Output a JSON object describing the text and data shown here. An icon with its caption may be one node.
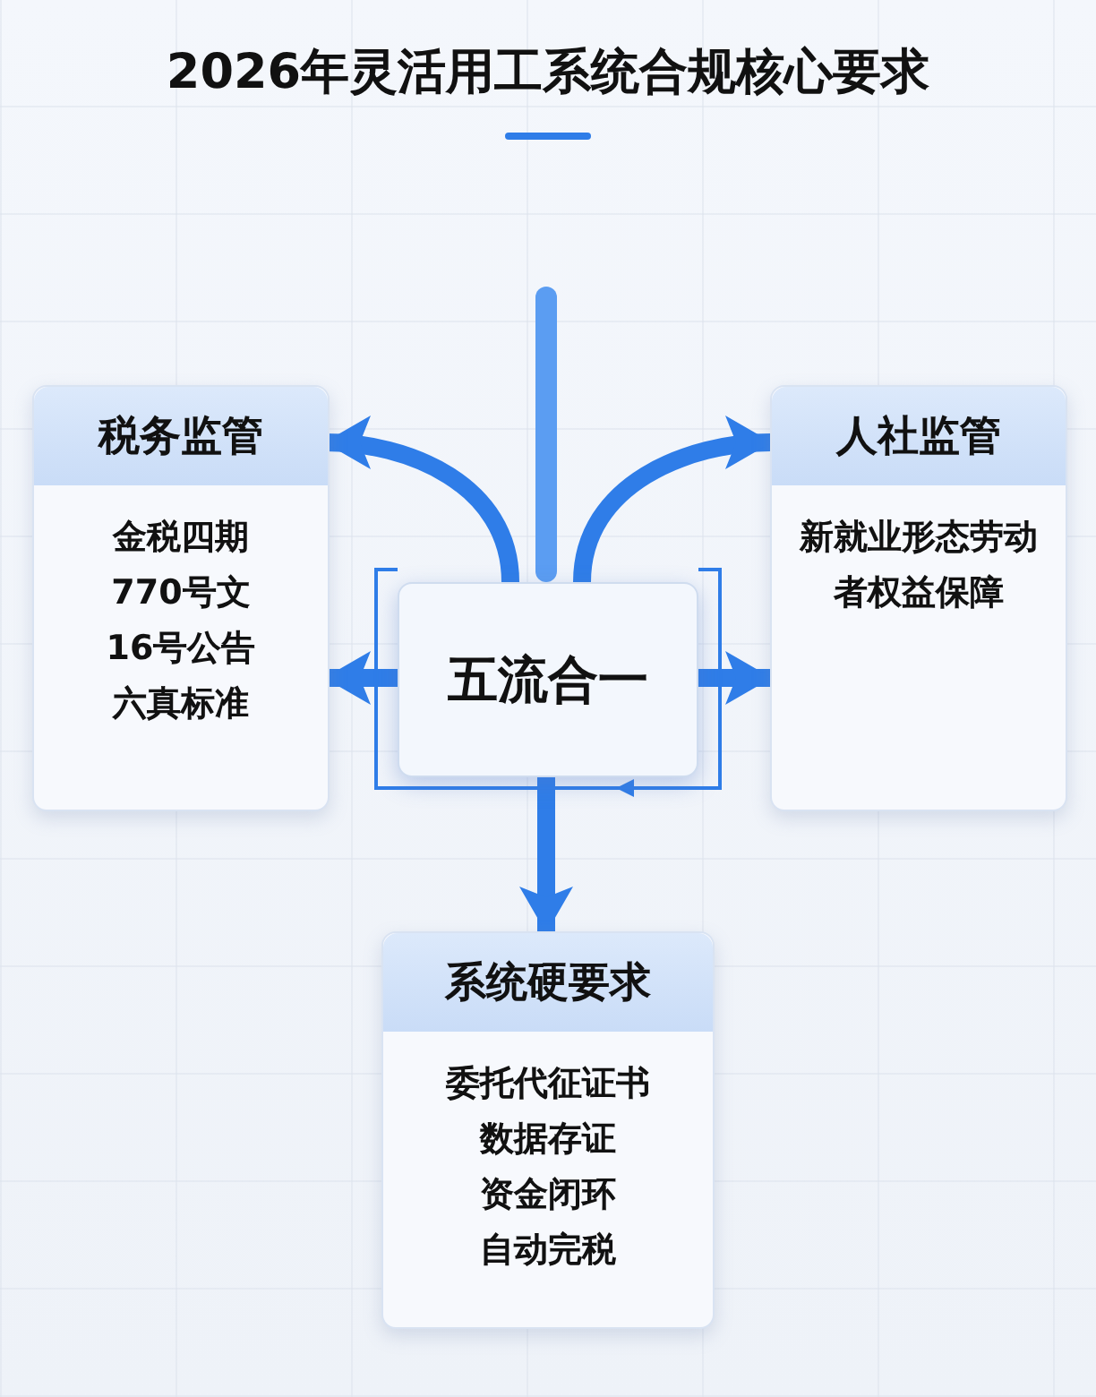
{
  "diagram": {
    "title": "2026年灵活用工系统合规核心要求",
    "nodes": [
      {
        "text": [
          "税务监管",
          "金税四期",
          "770号文",
          "16号公告",
          "六真标准"
        ]
      },
      {
        "text": [
          "人社监管",
          "新就业形态劳动者权益保障"
        ]
      },
      {
        "text": [
          "五流合一"
        ]
      },
      {
        "text": [
          "系统硬要求",
          "委托代征证书",
          "数据存证",
          "资金闭环",
          "自动完税"
        ]
      }
    ],
    "edges": [
      {
        "from": 2,
        "to": 0,
        "arrow": "to"
      },
      {
        "from": 2,
        "to": 1,
        "arrow": "to"
      },
      {
        "from": 2,
        "to": 0,
        "arrow": "to"
      },
      {
        "from": 2,
        "to": 1,
        "arrow": "to"
      },
      {
        "from": 2,
        "to": 3,
        "arrow": "to"
      }
    ]
  }
}
